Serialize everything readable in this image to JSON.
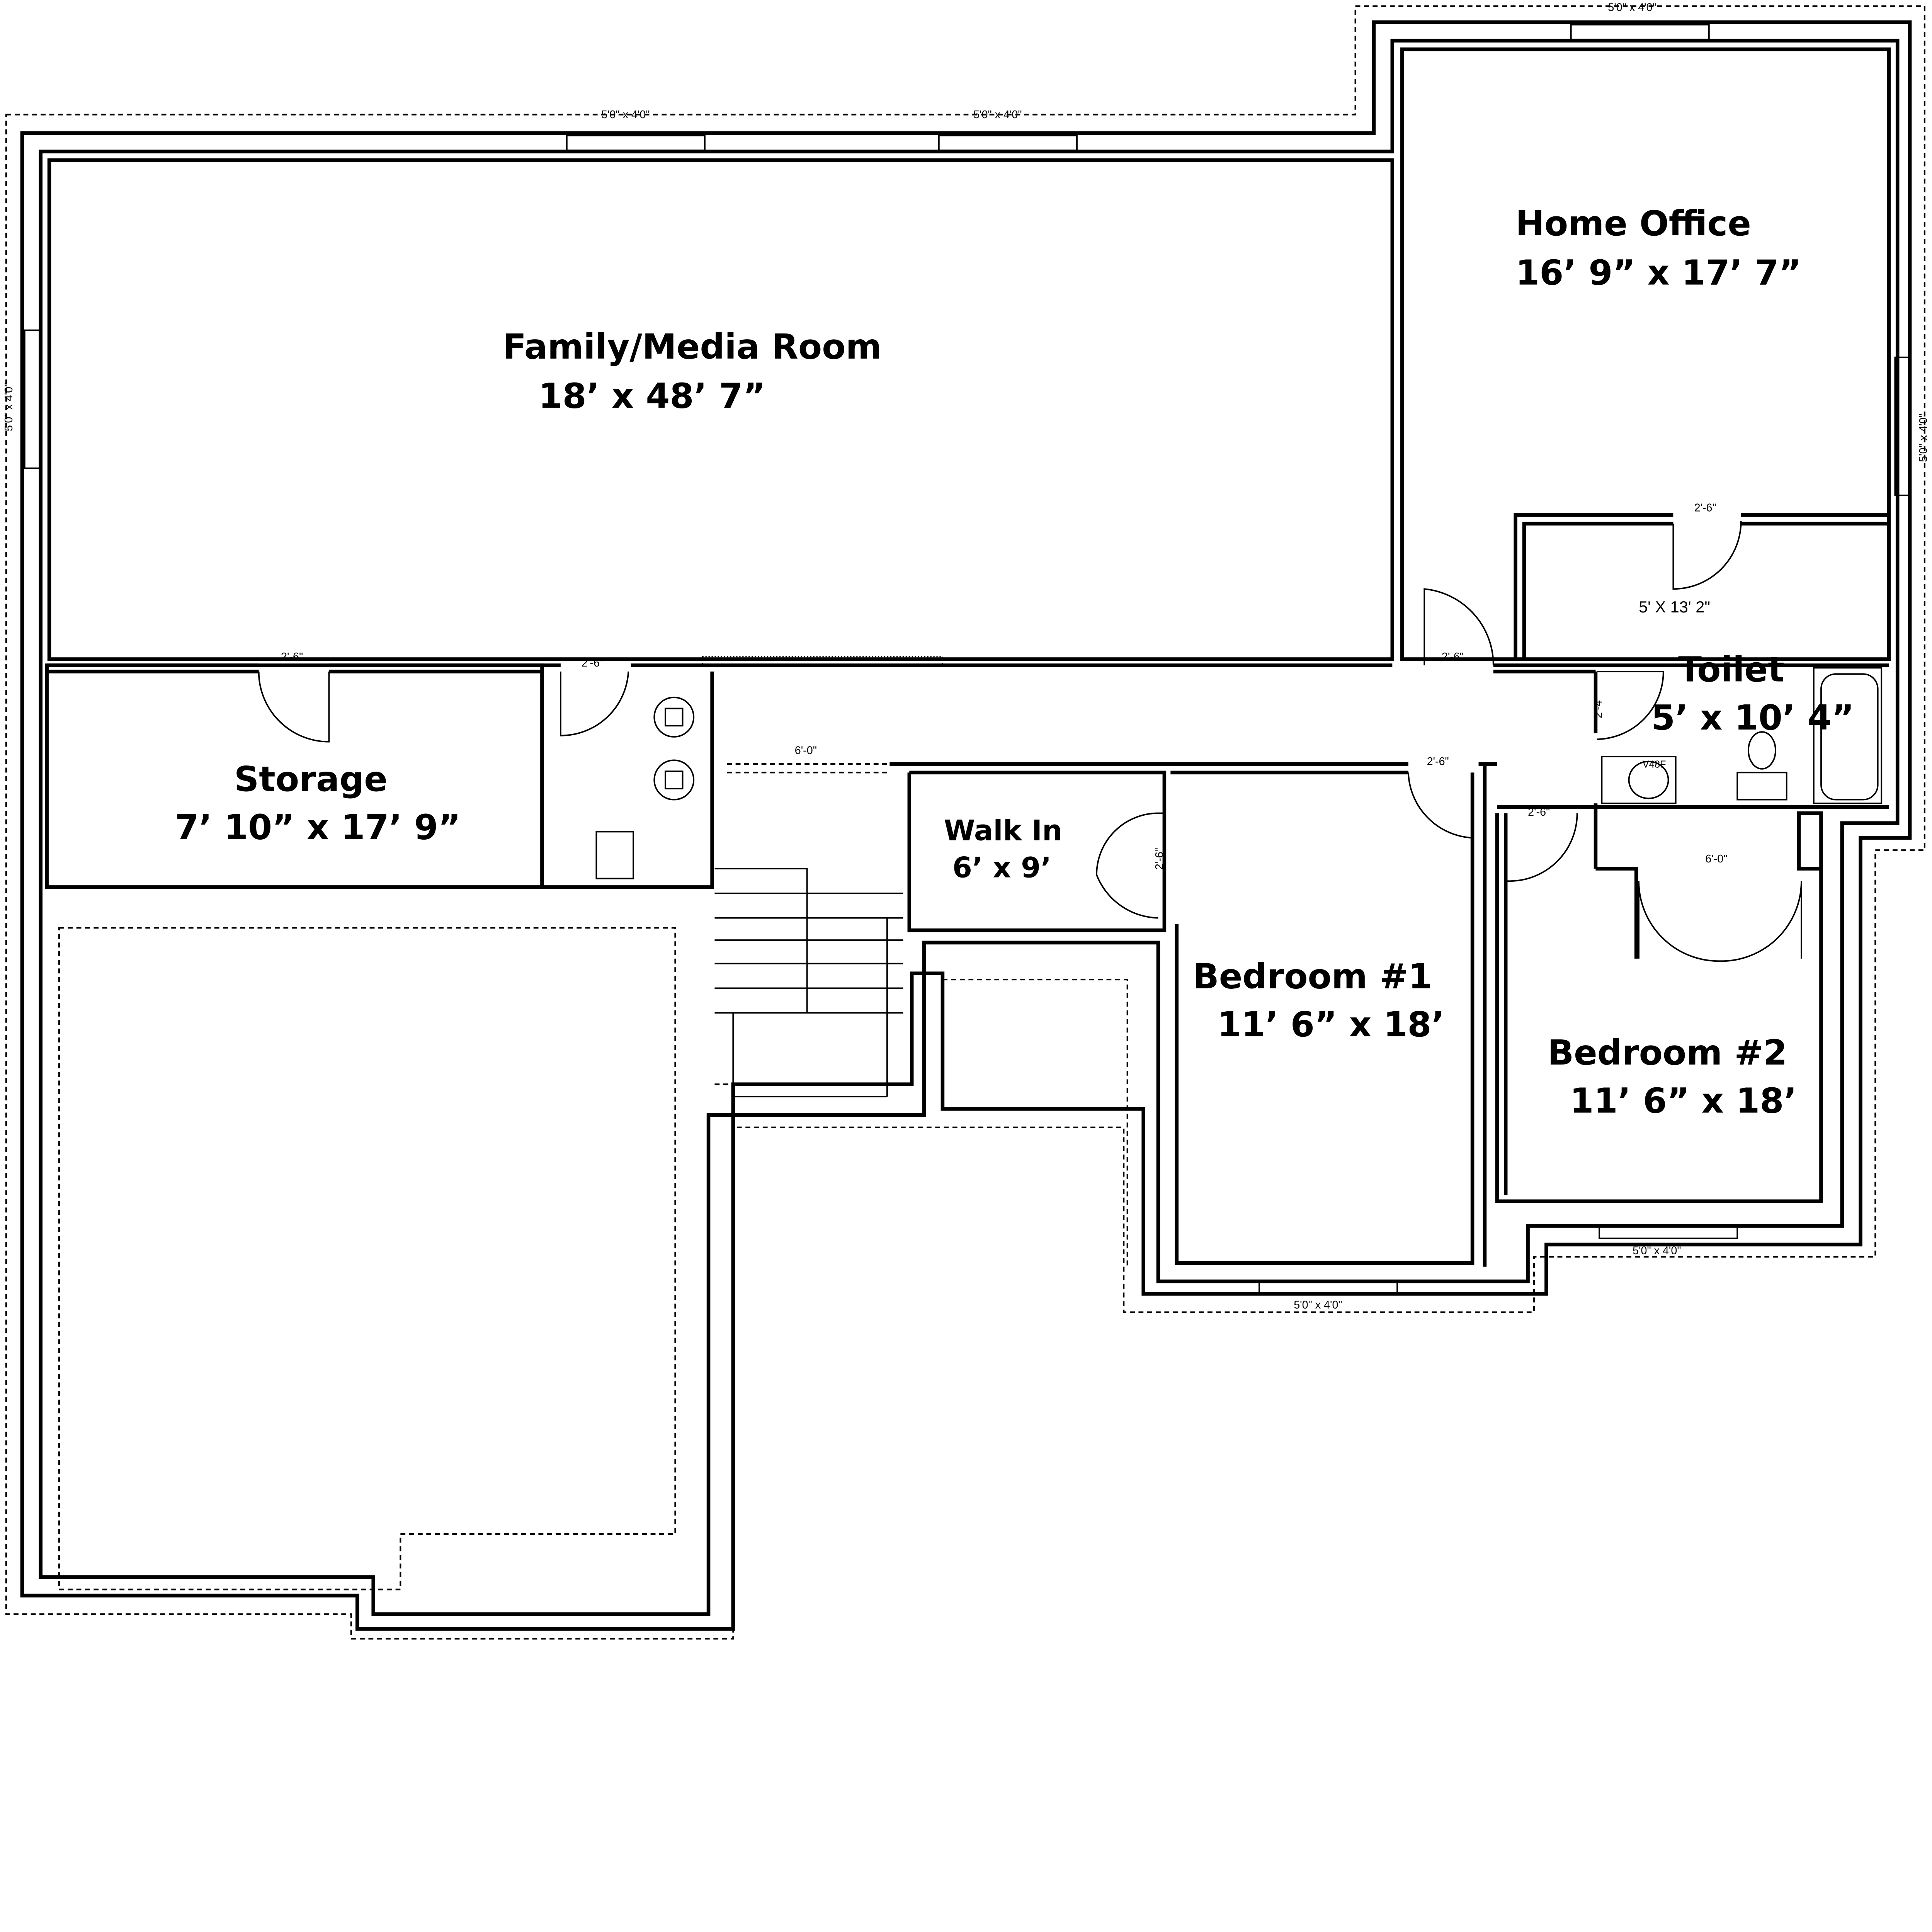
{
  "rooms": {
    "family": {
      "name": "Family/Media Room",
      "size": "18’ x 48’ 7”"
    },
    "office": {
      "name": "Home Office",
      "size": "16’ 9” x 17’ 7”"
    },
    "storage": {
      "name": "Storage",
      "size": "7’ 10” x 17’ 9”"
    },
    "walkin": {
      "name": "Walk In",
      "size": "6’ x 9’"
    },
    "toilet": {
      "name": "Toilet",
      "size": "5’ x 10’ 4”"
    },
    "bed1": {
      "name": "Bedroom #1",
      "size": "11’ 6” x 18’"
    },
    "bed2": {
      "name": "Bedroom #2",
      "size": "11’ 6” x 18’"
    },
    "closet": {
      "size": "5' X 13' 2\""
    }
  },
  "windows": {
    "w1": "5'0\" x 4'0\"",
    "w2": "5'0\" x 4'0\"",
    "w3": "5'0\" x 4'0\"",
    "w4": "5'0\" x 4'0\"",
    "w5": "5'0\" x 4'0\"",
    "w6": "5'0\" x 4'0\"",
    "w7": "5'0\" x 4'0\""
  },
  "doors": {
    "storage": "2'-6\"",
    "utility": "2'-6\"",
    "hall": "6'-0\"",
    "office": "2'-6\"",
    "closet": "2'-6\"",
    "toilet": "2'-4\"",
    "bed1": "2'-6\"",
    "bed2": "2'-6\"",
    "walkin": "2'-6\"",
    "bed2closet": "6'-0\""
  },
  "fixtures": {
    "vanity": "V48F"
  }
}
